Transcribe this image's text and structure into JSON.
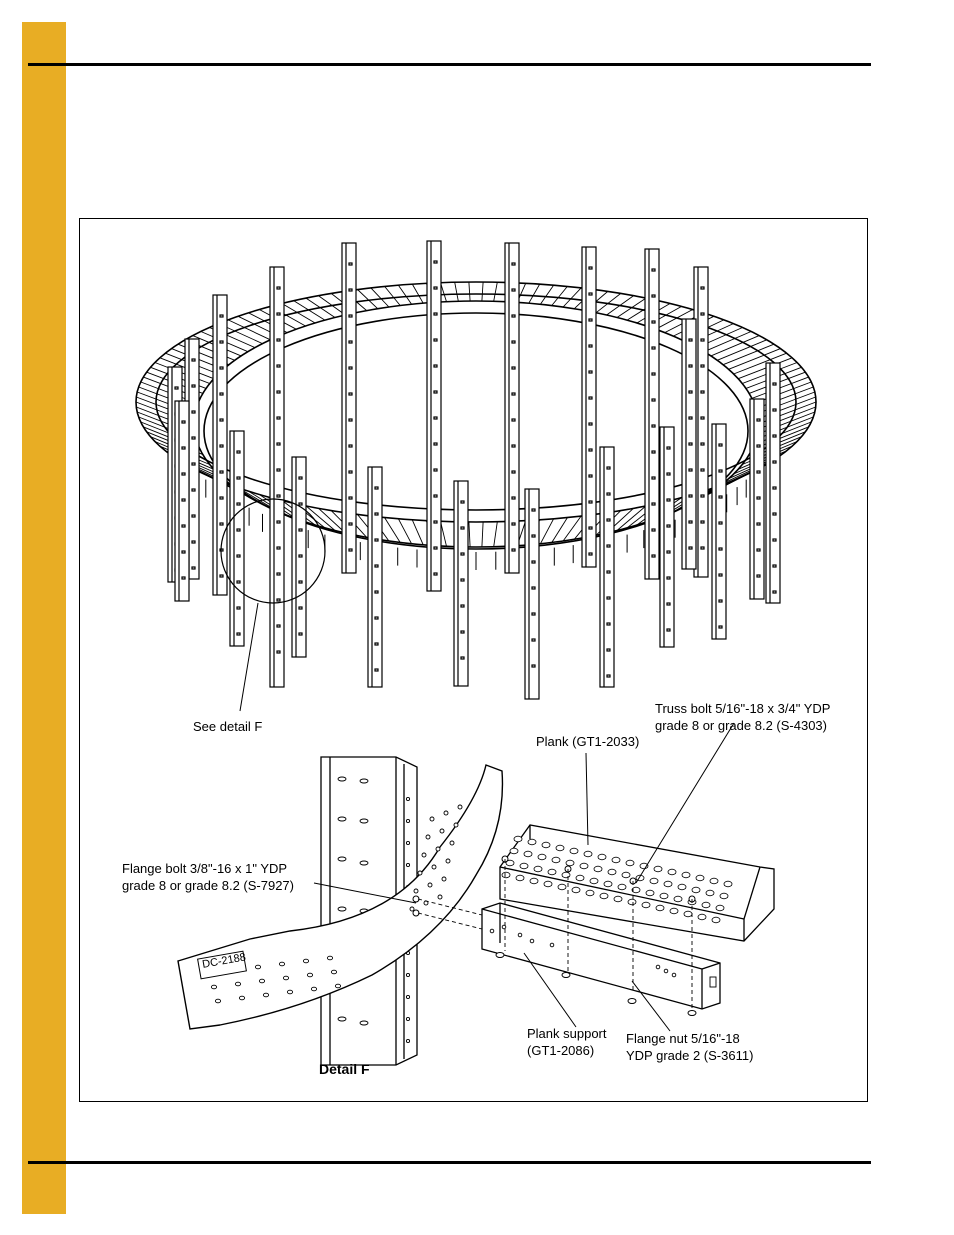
{
  "figure": {
    "labels": {
      "see_detail": "See detail F",
      "truss_bolt_1": "Truss bolt 5/16\"-18 x 3/4\" YDP",
      "truss_bolt_2": "grade 8 or grade 8.2 (S-4303)",
      "plank": "Plank (GT1-2033)",
      "flange_bolt_1": "Flange bolt 3/8\"-16 x 1\" YDP",
      "flange_bolt_2": "grade 8 or grade 8.2 (S-7927)",
      "part_stamp": "DC-2188",
      "plank_support_1": "Plank support",
      "plank_support_2": "(GT1-2086)",
      "flange_nut_1": "Flange nut 5/16\"-18",
      "flange_nut_2": "YDP grade 2 (S-3611)",
      "detail_title": "Detail F"
    }
  },
  "colors": {
    "side_tab": "#e8ad24",
    "line": "#000000"
  }
}
